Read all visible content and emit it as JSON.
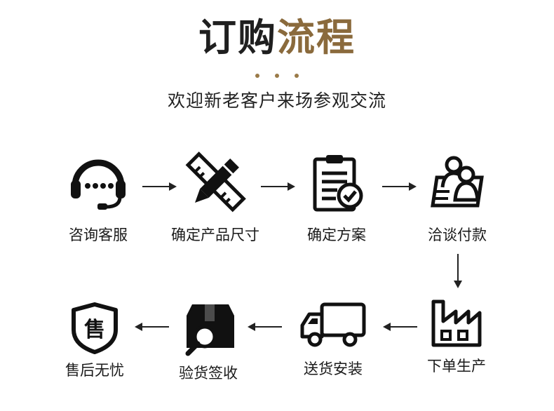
{
  "title": {
    "part1": "订购",
    "part2": "流程"
  },
  "subtitle": "欢迎新老客户来场参观交流",
  "steps": [
    {
      "label": "咨询客服",
      "icon": "headset-icon"
    },
    {
      "label": "确定产品尺寸",
      "icon": "pencil-ruler-icon"
    },
    {
      "label": "确定方案",
      "icon": "clipboard-check-icon"
    },
    {
      "label": "洽谈付款",
      "icon": "users-card-icon"
    },
    {
      "label": "下单生产",
      "icon": "factory-icon"
    },
    {
      "label": "送货安装",
      "icon": "truck-icon"
    },
    {
      "label": "验货签收",
      "icon": "box-search-icon"
    },
    {
      "label": "售后无忧",
      "icon": "shield-icon",
      "icon_text": "售"
    }
  ]
}
